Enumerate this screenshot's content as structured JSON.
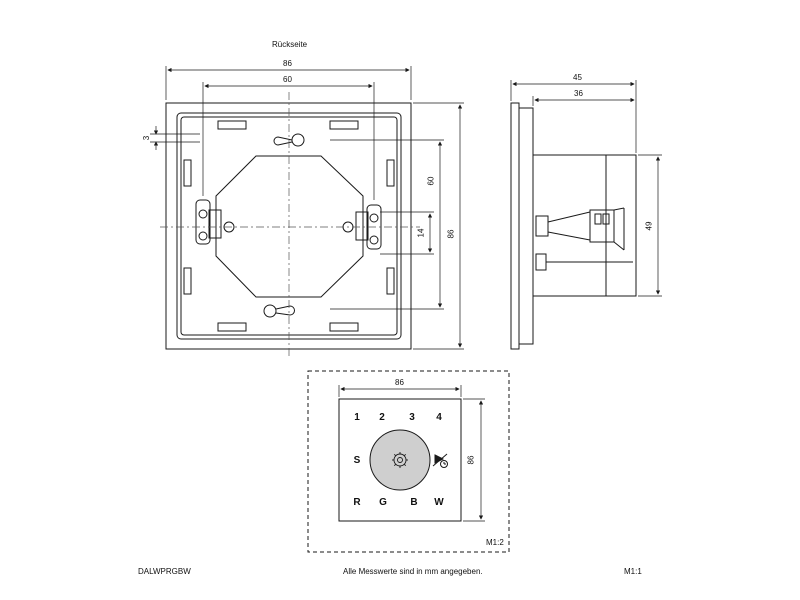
{
  "labels": {
    "back_view": "Rückseite",
    "footer_model": "DALWPRGBW",
    "footer_note": "Alle Messwerte sind in mm angegeben.",
    "footer_scale": "M1:1",
    "front_scale": "M1:2"
  },
  "dimensions": {
    "back_width_outer": "86",
    "back_width_inner": "60",
    "back_offset": "3",
    "back_height_inner": "60",
    "back_hole_spacing": "14",
    "back_height_outer": "86",
    "side_depth_total": "45",
    "side_depth_body": "36",
    "side_height_body": "49",
    "front_width": "86",
    "front_height": "86"
  },
  "keypad": {
    "top_row": [
      "1",
      "2",
      "3",
      "4"
    ],
    "middle_left": "S",
    "bottom_row": [
      "R",
      "G",
      "B",
      "W"
    ]
  },
  "colors": {
    "line": "#1a1a1a",
    "dial_fill": "#cfcfcf",
    "center_line": "#555555"
  },
  "icons": {
    "dial_center": "gear-icon",
    "dimmer_timer": "dimmer-timer-icon"
  }
}
